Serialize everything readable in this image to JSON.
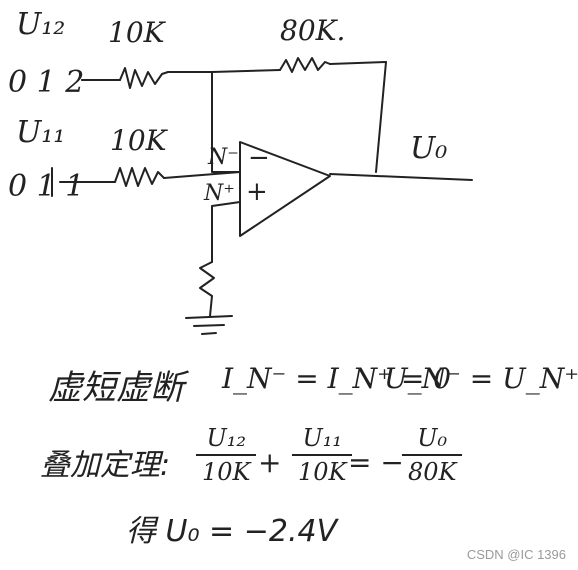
{
  "circuit": {
    "input2_voltage_label": "U₁₂",
    "input2_node_label": "0 1 2",
    "input1_voltage_label": "U₁₁",
    "input1_node_label": "0 1 1",
    "r1_label": "10K",
    "r2_label": "10K",
    "rf_label": "80K.",
    "inverting_node_label": "N⁻",
    "noninverting_node_label": "N⁺",
    "minus_sign": "−",
    "plus_sign": "+",
    "output_label": "U₀"
  },
  "notes": {
    "virtual_short_open": "虚短虚断",
    "current_eq": "I_N⁻ = I_N⁺ = 0",
    "voltage_eq": "U_N⁻ = U_N⁺ = 0",
    "superposition_label": "叠加定理:",
    "frac1_num": "U₁₂",
    "frac1_den": "10K",
    "plus_op": "+",
    "frac2_num": "U₁₁",
    "frac2_den": "10K",
    "equals_op": "= −",
    "frac3_num": "U₀",
    "frac3_den": "80K",
    "result": "得 U₀ = −2.4V"
  },
  "watermark": "CSDN @IC 1396",
  "colors": {
    "ink": "#222222",
    "watermark": "#9a9a9a",
    "background": "#ffffff"
  }
}
